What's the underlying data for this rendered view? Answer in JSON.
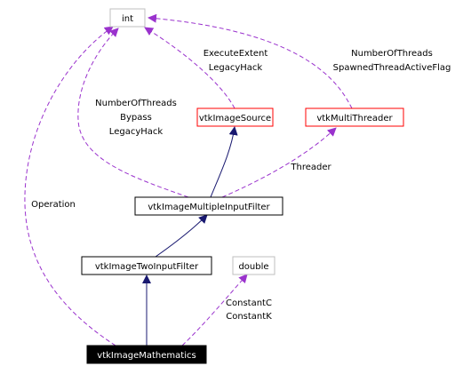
{
  "diagram": {
    "nodes": {
      "int": {
        "label": "int",
        "style": "plain"
      },
      "double": {
        "label": "double",
        "style": "plain"
      },
      "vtkImageSource": {
        "label": "vtkImageSource",
        "style": "red"
      },
      "vtkMultiThreader": {
        "label": "vtkMultiThreader",
        "style": "red"
      },
      "vtkImageMultipleInputFilter": {
        "label": "vtkImageMultipleInputFilter",
        "style": "black"
      },
      "vtkImageTwoInputFilter": {
        "label": "vtkImageTwoInputFilter",
        "style": "black"
      },
      "vtkImageMathematics": {
        "label": "vtkImageMathematics",
        "style": "focus"
      }
    },
    "edge_labels": {
      "source_int": [
        "ExecuteExtent",
        "LegacyHack"
      ],
      "threader_int": [
        "NumberOfThreads",
        "SpawnedThreadActiveFlag"
      ],
      "multi_int": [
        "NumberOfThreads",
        "Bypass",
        "LegacyHack"
      ],
      "multi_threader": [
        "Threader"
      ],
      "math_int": [
        "Operation"
      ],
      "math_double": [
        "ConstantC",
        "ConstantK"
      ]
    },
    "colors": {
      "inheritance": "#191970",
      "usage": "#9a32cd",
      "red_border": "#ff0000",
      "plain_border": "#bfbfbf",
      "focus_fill": "#000000",
      "focus_text": "#ffffff"
    }
  }
}
